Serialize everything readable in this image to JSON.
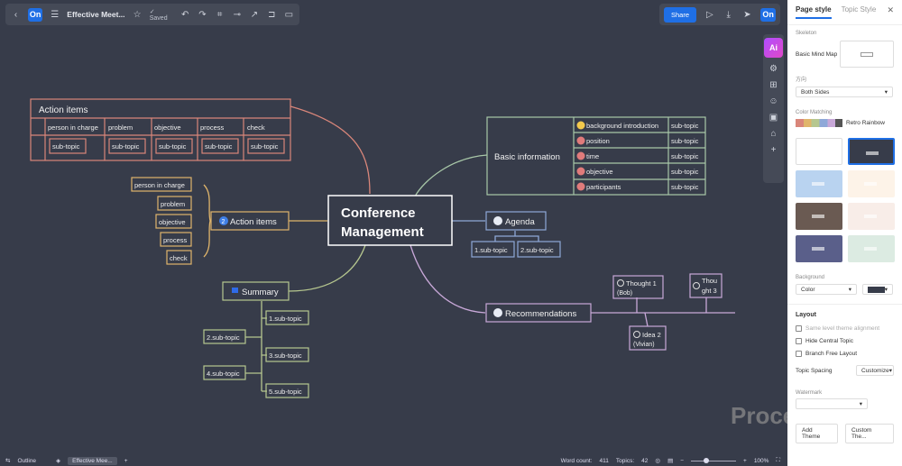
{
  "topbar": {
    "title": "Effective Meet...",
    "saved": "Saved",
    "logo": "On"
  },
  "share": "Share",
  "user_logo": "On",
  "ai_label": "Ai",
  "panel": {
    "tab_page": "Page style",
    "tab_topic": "Topic Style",
    "skeleton_label": "Skeleton",
    "skeleton_value": "Basic Mind Map",
    "direction_label": "方向",
    "direction_value": "Both Sides",
    "color_label": "Color Matching",
    "color_value": "Retro Rainbow",
    "bg_label": "Background",
    "bg_value": "Color",
    "layout_heading": "Layout",
    "opt_same_level": "Same level theme alignment",
    "opt_hide_central": "Hide Central Topic",
    "opt_branch_free": "Branch Free Layout",
    "spacing_label": "Topic Spacing",
    "spacing_value": "Customize",
    "watermark_label": "Watermark",
    "add_theme": "Add Theme",
    "custom_theme": "Custom The..."
  },
  "bottom": {
    "outline": "Outline",
    "tab": "Effective Mee...",
    "word_label": "Word count:",
    "word_count": "411",
    "topics_label": "Topics:",
    "topics_count": "42",
    "zoom": "100%"
  },
  "watermark": "ProcessOn",
  "map": {
    "center_line1": "Conference",
    "center_line2": "Management",
    "action_table_title": "Action items",
    "action_cols": [
      "person in charge",
      "problem",
      "objective",
      "process",
      "check"
    ],
    "subtopic": "sub-topic",
    "action2_label": "Action items",
    "action2_badge": "2",
    "action2_items": [
      "person in charge",
      "problem",
      "objective",
      "process",
      "check"
    ],
    "summary": "Summary",
    "summary_items": [
      "1.sub-topic",
      "2.sub-topic",
      "3.sub-topic",
      "4.sub-topic",
      "5.sub-topic"
    ],
    "basic_info": "Basic information",
    "basic_rows": [
      "background introduction",
      "position",
      "time",
      "objective",
      "participants"
    ],
    "agenda": "Agenda",
    "agenda_items": [
      "1.sub-topic",
      "2.sub-topic"
    ],
    "recommendations": "Recommendations",
    "thought1_a": "Thought 1",
    "thought1_b": "(Bob)",
    "thought3_a": "Thou",
    "thought3_b": "ght 3",
    "idea2_a": "Idea 2",
    "idea2_b": "(Vivian)"
  }
}
